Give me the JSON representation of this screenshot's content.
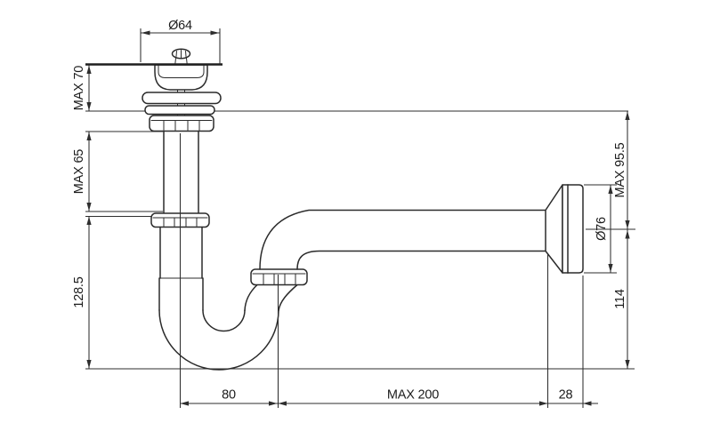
{
  "drawing": {
    "background": "#ffffff",
    "line_color": "#2b2b2b",
    "dimensions": {
      "drain_diameter": "Ø64",
      "max_above_sink": "MAX 70",
      "max_tailpipe": "MAX 65",
      "trap_drop": "128.5",
      "max_wall_drop": "MAX 95.5",
      "flange_diameter": "Ø76",
      "outlet_to_bottom": "114",
      "trap_width": "80",
      "max_horizontal_run": "MAX 200",
      "wall_flange_depth": "28"
    }
  }
}
